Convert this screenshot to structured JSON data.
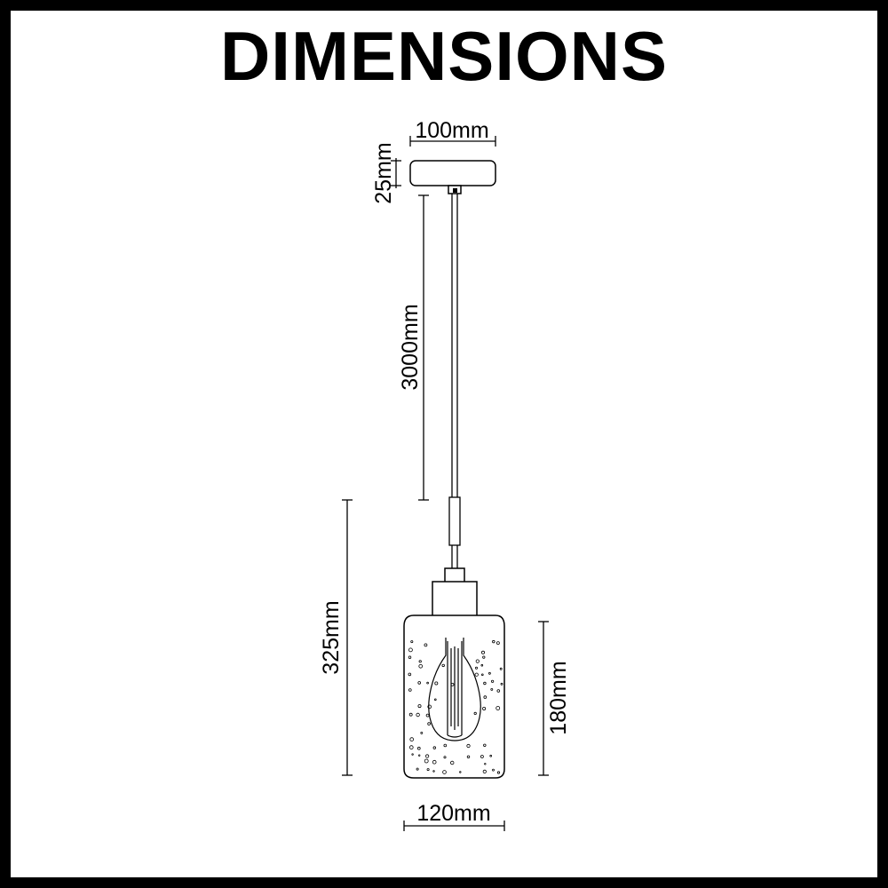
{
  "title": "DIMENSIONS",
  "colors": {
    "line": "#000000",
    "background": "#ffffff"
  },
  "dimensions": {
    "canopy_width": "100mm",
    "canopy_height": "25mm",
    "cable_length": "3000mm",
    "overall_height": "325mm",
    "shade_height": "180mm",
    "shade_width": "120mm"
  }
}
